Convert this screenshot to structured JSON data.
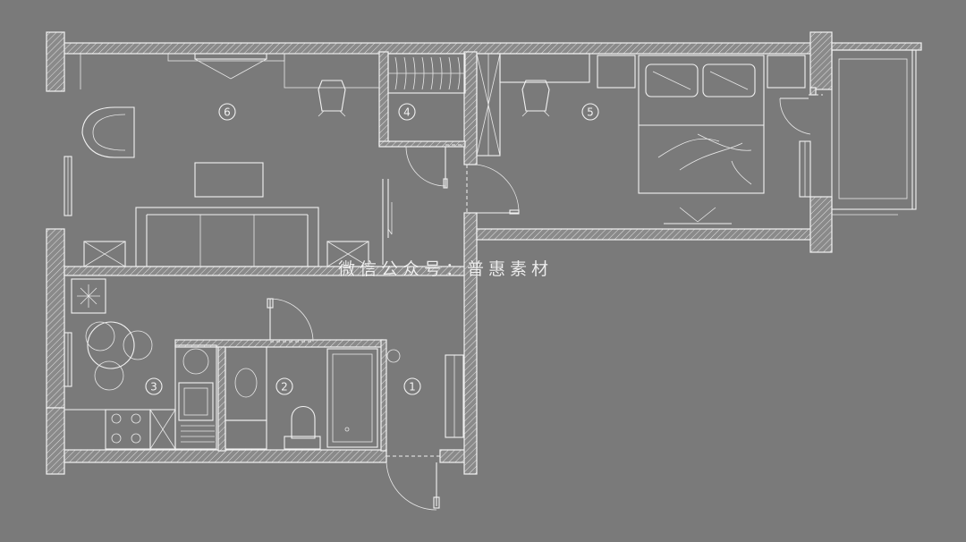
{
  "plan": {
    "rooms": [
      {
        "label": "1"
      },
      {
        "label": "2"
      },
      {
        "label": "3"
      },
      {
        "label": "4"
      },
      {
        "label": "5"
      },
      {
        "label": "6"
      }
    ]
  },
  "watermark": {
    "text": "微信公众号：普惠素材"
  },
  "colors": {
    "background": "#7a7a7a",
    "lines": "#f2f2f2"
  }
}
